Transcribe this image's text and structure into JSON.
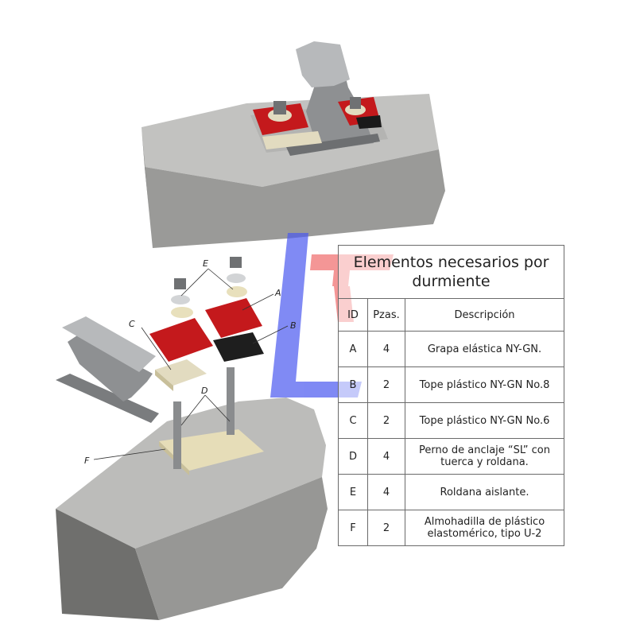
{
  "table": {
    "title": "Elementos necesarios por durmiente",
    "headers": [
      "ID",
      "Pzas.",
      "Descripción"
    ],
    "rows": [
      {
        "id": "A",
        "qty": "4",
        "desc": "Grapa elástica NY-GN."
      },
      {
        "id": "B",
        "qty": "2",
        "desc": "Tope plástico NY-GN No.8"
      },
      {
        "id": "C",
        "qty": "2",
        "desc": "Tope plástico NY-GN No.6"
      },
      {
        "id": "D",
        "qty": "4",
        "desc": "Perno de anclaje “SL” con tuerca y roldana."
      },
      {
        "id": "E",
        "qty": "4",
        "desc": "Roldana aislante."
      },
      {
        "id": "F",
        "qty": "2",
        "desc": "Almohadilla de  plástico elastomérico, tipo U-2"
      }
    ]
  },
  "callouts": {
    "a": "A",
    "b": "B",
    "c": "C",
    "d": "D",
    "e": "E",
    "f": "F"
  },
  "colors": {
    "concrete": "#a9a9a7",
    "concrete_dark": "#6f6f6d",
    "rail": "#9a9c9e",
    "clip_red": "#c4191c",
    "washer": "#e8e0bc",
    "pad": "#e6ddb8",
    "watermark_blue": "#4a58f0",
    "watermark_red": "#f06a6a"
  }
}
